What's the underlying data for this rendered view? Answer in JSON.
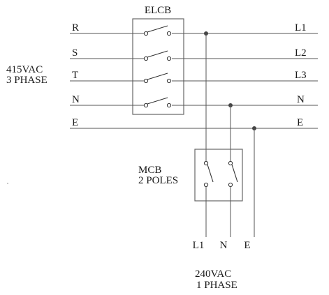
{
  "elcb_label": "ELCB",
  "supply": {
    "voltage": "415VAC",
    "phase": "3 PHASE"
  },
  "bus_lines": [
    {
      "left": "R",
      "right": "L1"
    },
    {
      "left": "S",
      "right": "L2"
    },
    {
      "left": "T",
      "right": "L3"
    },
    {
      "left": "N",
      "right": "N"
    },
    {
      "left": "E",
      "right": "E"
    }
  ],
  "mcb": {
    "name": "MCB",
    "poles": "2 POLES"
  },
  "outputs": [
    "L1",
    "N",
    "E"
  ],
  "output_supply": {
    "voltage": "240VAC",
    "phase": "1 PHASE"
  }
}
